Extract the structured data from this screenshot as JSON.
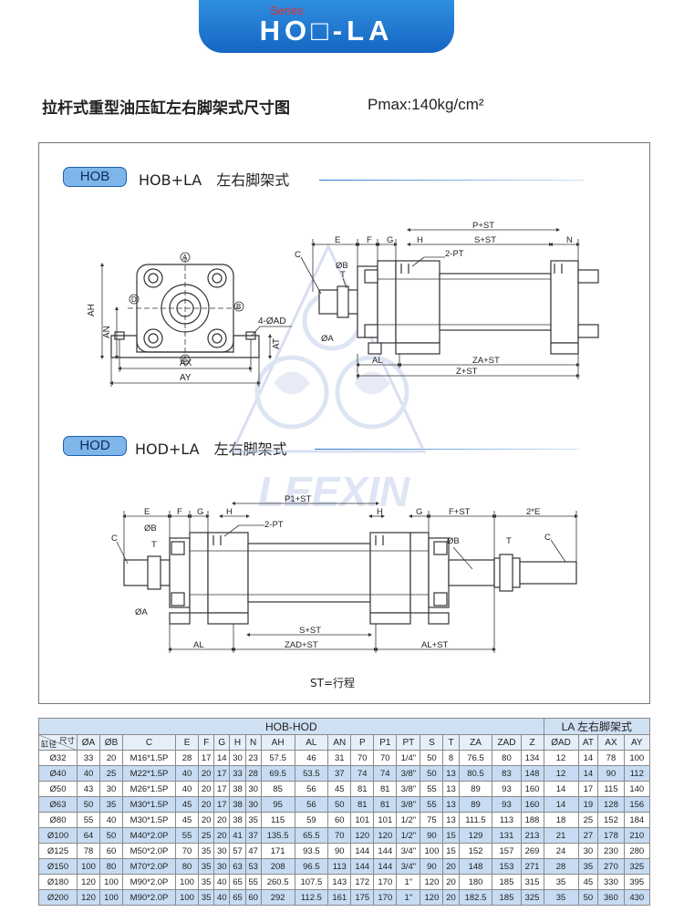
{
  "header": {
    "series": "Series",
    "model": "HO□-LA"
  },
  "title": "拉杆式重型油压缸左右脚架式尺寸图",
  "pressure": "Pmax:140kg/cm²",
  "hob_section": {
    "badge": "HOB",
    "label": "HOB+LA　左右脚架式"
  },
  "hod_section": {
    "badge": "HOD",
    "label": "HOD+LA　左右脚架式"
  },
  "watermark": "LEEXIN",
  "drawing_labels": {
    "a": "A",
    "b": "B",
    "c": "C",
    "d": "D",
    "ah": "AH",
    "an": "AN",
    "at": "AT",
    "ax": "AX",
    "ay": "AY",
    "ad4": "4-ØAD",
    "e": "E",
    "f": "F",
    "g": "G",
    "h": "H",
    "n": "N",
    "t": "T",
    "ob": "ØB",
    "oa": "ØA",
    "pt2": "2-PT",
    "p_st": "P+ST",
    "s_st": "S+ST",
    "al": "AL",
    "za_st": "ZA+ST",
    "z_st": "Z+ST",
    "p1_st": "P1+ST",
    "f_st": "F+ST",
    "e2": "2*E",
    "zad_st": "ZAD+ST",
    "al_st": "AL+ST"
  },
  "st_note": "ST=行程",
  "table": {
    "group_hob_hod": "HOB-HOD",
    "group_la": "LA 左右脚架式",
    "corner_top": "尺寸",
    "corner_bottom": "缸径",
    "columns": [
      "ØA",
      "ØB",
      "C",
      "E",
      "F",
      "G",
      "H",
      "N",
      "AH",
      "AL",
      "AN",
      "P",
      "P1",
      "PT",
      "S",
      "T",
      "ZA",
      "ZAD",
      "Z",
      "ØAD",
      "AT",
      "AX",
      "AY"
    ],
    "rows": [
      [
        "Ø32",
        "33",
        "20",
        "M16*1.5P",
        "28",
        "17",
        "14",
        "30",
        "23",
        "57.5",
        "46",
        "31",
        "70",
        "70",
        "1/4\"",
        "50",
        "8",
        "76.5",
        "80",
        "134",
        "12",
        "14",
        "78",
        "100"
      ],
      [
        "Ø40",
        "40",
        "25",
        "M22*1.5P",
        "40",
        "20",
        "17",
        "33",
        "28",
        "69.5",
        "53.5",
        "37",
        "74",
        "74",
        "3/8\"",
        "50",
        "13",
        "80.5",
        "83",
        "148",
        "12",
        "14",
        "90",
        "112"
      ],
      [
        "Ø50",
        "43",
        "30",
        "M26*1.5P",
        "40",
        "20",
        "17",
        "38",
        "30",
        "85",
        "56",
        "45",
        "81",
        "81",
        "3/8\"",
        "55",
        "13",
        "89",
        "93",
        "160",
        "14",
        "17",
        "115",
        "140"
      ],
      [
        "Ø63",
        "50",
        "35",
        "M30*1.5P",
        "45",
        "20",
        "17",
        "38",
        "30",
        "95",
        "56",
        "50",
        "81",
        "81",
        "3/8\"",
        "55",
        "13",
        "89",
        "93",
        "160",
        "14",
        "19",
        "128",
        "156"
      ],
      [
        "Ø80",
        "55",
        "40",
        "M30*1.5P",
        "45",
        "20",
        "20",
        "38",
        "35",
        "115",
        "59",
        "60",
        "101",
        "101",
        "1/2\"",
        "75",
        "13",
        "111.5",
        "113",
        "188",
        "18",
        "25",
        "152",
        "184"
      ],
      [
        "Ø100",
        "64",
        "50",
        "M40*2.0P",
        "55",
        "25",
        "20",
        "41",
        "37",
        "135.5",
        "65.5",
        "70",
        "120",
        "120",
        "1/2\"",
        "90",
        "15",
        "129",
        "131",
        "213",
        "21",
        "27",
        "178",
        "210"
      ],
      [
        "Ø125",
        "78",
        "60",
        "M50*2.0P",
        "70",
        "35",
        "30",
        "57",
        "47",
        "171",
        "93.5",
        "90",
        "144",
        "144",
        "3/4\"",
        "100",
        "15",
        "152",
        "157",
        "269",
        "24",
        "30",
        "230",
        "280"
      ],
      [
        "Ø150",
        "100",
        "80",
        "M70*2.0P",
        "80",
        "35",
        "30",
        "63",
        "53",
        "208",
        "96.5",
        "113",
        "144",
        "144",
        "3/4\"",
        "90",
        "20",
        "148",
        "153",
        "271",
        "28",
        "35",
        "270",
        "325"
      ],
      [
        "Ø180",
        "120",
        "100",
        "M90*2.0P",
        "100",
        "35",
        "40",
        "65",
        "55",
        "260.5",
        "107.5",
        "143",
        "172",
        "170",
        "1\"",
        "120",
        "20",
        "180",
        "185",
        "315",
        "35",
        "45",
        "330",
        "395"
      ],
      [
        "Ø200",
        "120",
        "100",
        "M90*2.0P",
        "100",
        "35",
        "40",
        "65",
        "60",
        "292",
        "112.5",
        "161",
        "175",
        "170",
        "1\"",
        "120",
        "20",
        "182.5",
        "185",
        "325",
        "35",
        "50",
        "360",
        "430"
      ]
    ]
  }
}
